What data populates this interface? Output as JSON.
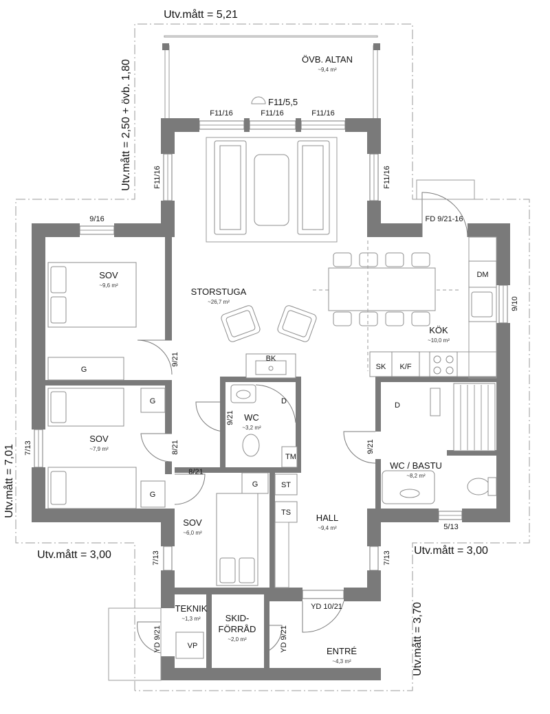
{
  "dimensions": {
    "top": "Utv.mått = 5,21",
    "top_left_vertical": "Utv.mått = 2,50 + övb. 1,80",
    "left_vertical": "Utv.mått = 7,01",
    "left_bottom": "Utv.mått = 3,00",
    "right_bottom": "Utv.mått = 3,00",
    "right_vertical": "Utv.mått = 3,70"
  },
  "rooms": {
    "altan": {
      "name": "ÖVB. ALTAN",
      "area": "~9,4 m²"
    },
    "storstuga": {
      "name": "STORSTUGA",
      "area": "~26,7 m²"
    },
    "sov1": {
      "name": "SOV",
      "area": "~9,6 m²"
    },
    "sov2": {
      "name": "SOV",
      "area": "~7,9 m²"
    },
    "sov3": {
      "name": "SOV",
      "area": "~6,0 m²"
    },
    "kok": {
      "name": "KÖK",
      "area": "~10,0 m²"
    },
    "wc": {
      "name": "WC",
      "area": "~3,2 m²"
    },
    "wcbastu": {
      "name": "WC / BASTU",
      "area": "~8,2 m²"
    },
    "hall": {
      "name": "HALL",
      "area": "~9,4 m²"
    },
    "teknik": {
      "name": "TEKNIK",
      "area": "~1,3 m²"
    },
    "skid1": {
      "name": "SKID-",
      "area": "~2,0 m²"
    },
    "skid2": {
      "name": "FÖRRÅD"
    },
    "entre": {
      "name": "ENTRÉ",
      "area": "~4,3 m²"
    }
  },
  "openings": {
    "f11_55": "F11/5,5",
    "f11_16": "F11/16",
    "w9_16": "9/16",
    "fd": "FD 9/21-16",
    "w9_10": "9/10",
    "w7_13": "7/13",
    "w5_13": "5/13",
    "d9_21": "9/21",
    "d8_21": "8/21",
    "yd10": "YD 10/21",
    "yd9": "YD 9/21"
  },
  "fixtures": {
    "g": "G",
    "d": "D",
    "tm": "TM",
    "st": "ST",
    "ts": "TS",
    "vp": "VP",
    "bk": "BK",
    "dm": "DM",
    "sk": "SK",
    "kf": "K/F"
  }
}
